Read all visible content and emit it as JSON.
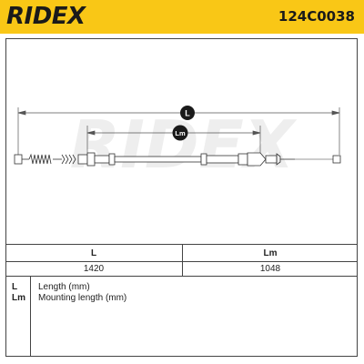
{
  "header": {
    "brand": "RIDEX",
    "part_number": "124C0038"
  },
  "drawing": {
    "dimension_L": "L",
    "dimension_Lm": "Lm",
    "watermark": "RIDEX"
  },
  "table": {
    "headers": [
      "L",
      "Lm"
    ],
    "values": [
      "1420",
      "1048"
    ]
  },
  "legend": {
    "items": [
      {
        "key": "L",
        "description": "Length (mm)"
      },
      {
        "key": "Lm",
        "description": "Mounting length (mm)"
      }
    ]
  },
  "colors": {
    "header_bg": "#f9c716",
    "line": "#333333"
  }
}
